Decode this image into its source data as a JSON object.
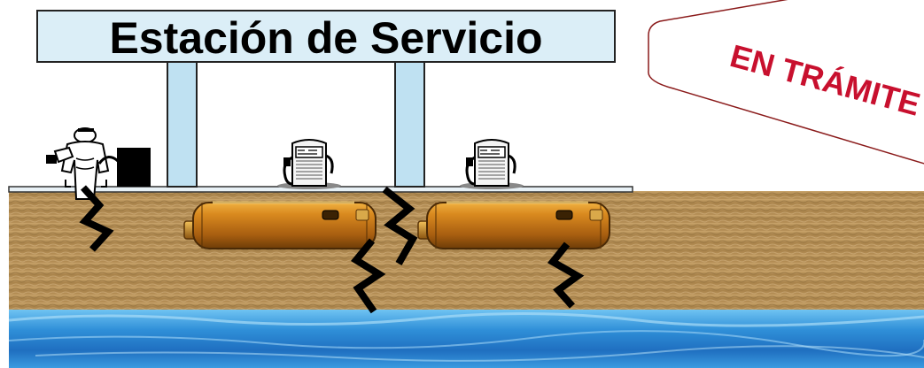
{
  "sign": {
    "title": "Estación de Servicio"
  },
  "stamp": {
    "text": "EN TRÁMITE",
    "color": "#c8102e"
  },
  "colors": {
    "sign_fill": "#dbeef7",
    "column_fill": "#bfe1f2",
    "soil": "#b08a52",
    "tank_body": "#c8761a",
    "water": "#2f8fd8"
  },
  "elements": {
    "attendant": "attendant-figure",
    "pumps": [
      "fuel-pump",
      "fuel-pump"
    ],
    "tanks": [
      "underground-fuel-tank",
      "underground-fuel-tank"
    ],
    "cracks": 4
  }
}
